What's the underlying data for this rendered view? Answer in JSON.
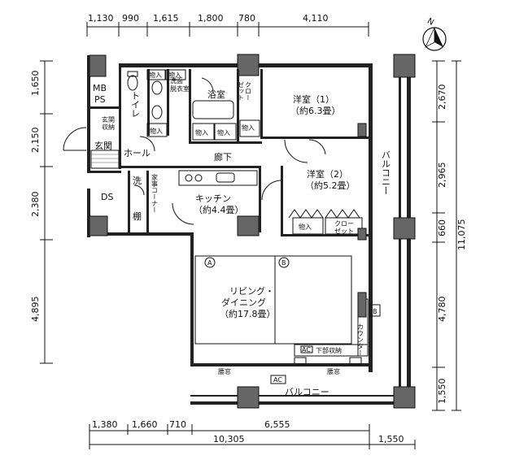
{
  "dimensions": {
    "top": [
      "1,130",
      "990",
      "1,615",
      "1,800",
      "780",
      "4,110"
    ],
    "left": [
      "1,650",
      "2,150",
      "2,380",
      "4,895"
    ],
    "right_inner": [
      "2,670",
      "2,965",
      "660",
      "4,780",
      "1,550"
    ],
    "right_total": "11,075",
    "bottom_row1": [
      "1,380",
      "1,660",
      "710",
      "6,555"
    ],
    "bottom_row2": [
      "10,305",
      "1,550"
    ]
  },
  "north": "N",
  "rooms": {
    "mbps_1": "MB",
    "mbps_2": "PS",
    "toilet": "トイレ",
    "washroom_1": "洗面",
    "washroom_2": "脱衣室",
    "bath": "浴室",
    "closet1": "クロー",
    "closet1b": "ゼット",
    "bed1": "洋室（1）",
    "bed1_area": "（約6.3畳）",
    "genkan": "玄関",
    "genkan_storage_1": "玄関",
    "genkan_storage_2": "収納",
    "hall": "ホール",
    "corridor": "廊下",
    "bed2": "洋室（2）",
    "bed2_area": "（約5.2畳）",
    "ds": "DS",
    "laundry": "洗",
    "shelf": "棚",
    "housework": "家事コーナー",
    "kitchen": "キッチン",
    "kitchen_area": "（約4.4畳）",
    "living_1": "リビング・",
    "living_2": "ダイニング",
    "living_area": "（約17.8畳）",
    "balcony_right": "バルコニー",
    "balcony_bottom": "バルコニー",
    "storage": "物入",
    "closet2": "クロー",
    "closet2b": "ゼット",
    "under_floor": "下部収納",
    "counter": "カウンター",
    "window_left": "腰窓",
    "window_right": "腰窓",
    "ac": "AC",
    "b_mark": "B",
    "marker_a": "A",
    "marker_b": "B"
  }
}
